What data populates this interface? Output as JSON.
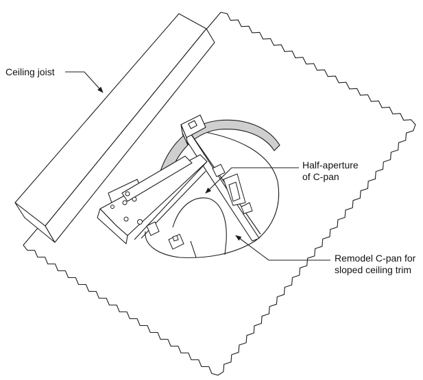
{
  "diagram": {
    "labels": {
      "ceiling_joist": "Ceiling joist",
      "half_aperture_line1": "Half-aperture",
      "half_aperture_line2": "of C-pan",
      "remodel_line1": "Remodel C-pan for",
      "remodel_line2": "sloped ceiling trim"
    },
    "colors": {
      "stroke": "#1a1a1a",
      "background": "#ffffff",
      "text": "#111111"
    }
  }
}
